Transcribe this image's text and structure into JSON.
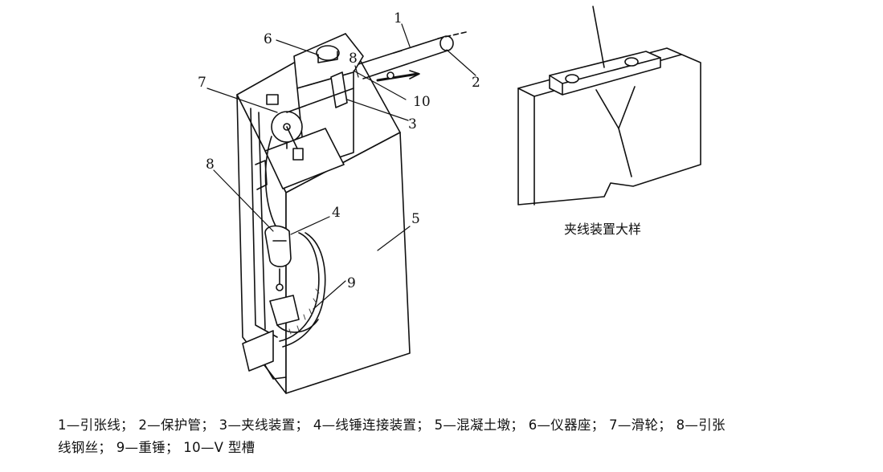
{
  "labels": {
    "n1": "1",
    "n2": "2",
    "n3": "3",
    "n4": "4",
    "n5": "5",
    "n6": "6",
    "n7": "7",
    "n8a": "8",
    "n8b": "8",
    "n9": "9",
    "n10": "10"
  },
  "detail_title": "夹线装置大样",
  "caption": {
    "line1": "1—引张线；   2—保护管；   3—夹线装置；   4—线锤连接装置；    5—混凝土墩；   6—仪器座；   7—滑轮；   8—引张",
    "line2": "线钢丝；   9—重锤；   10—V  型槽"
  }
}
